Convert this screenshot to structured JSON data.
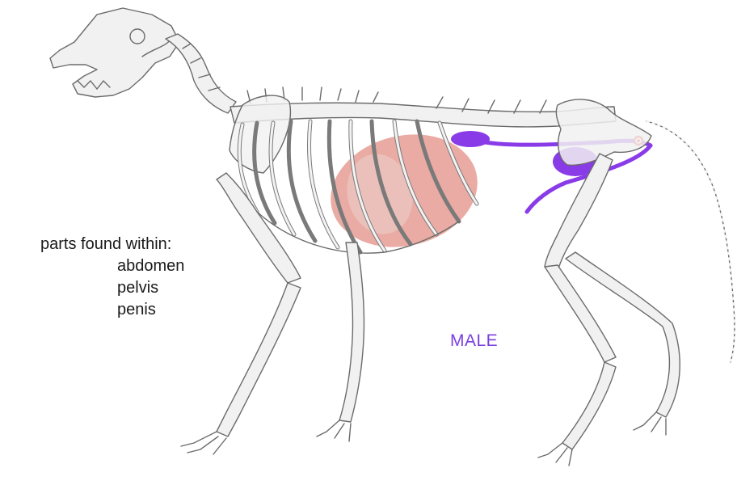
{
  "labels": {
    "heading": "parts found within:",
    "regions": [
      "abdomen",
      "pelvis",
      "penis"
    ],
    "sex": "MALE"
  },
  "colors": {
    "bone_fill": "#f1f1f1",
    "bone_stroke": "#6b6b6b",
    "organ_highlight": "#e08a80",
    "reproductive_tract": "#8a3be8",
    "sex_label": "#7b3fe0",
    "marker": "#e8332a"
  },
  "icons": [
    "skull",
    "ribcage",
    "spine",
    "pelvis",
    "tail",
    "limbs",
    "urethral-marker"
  ]
}
